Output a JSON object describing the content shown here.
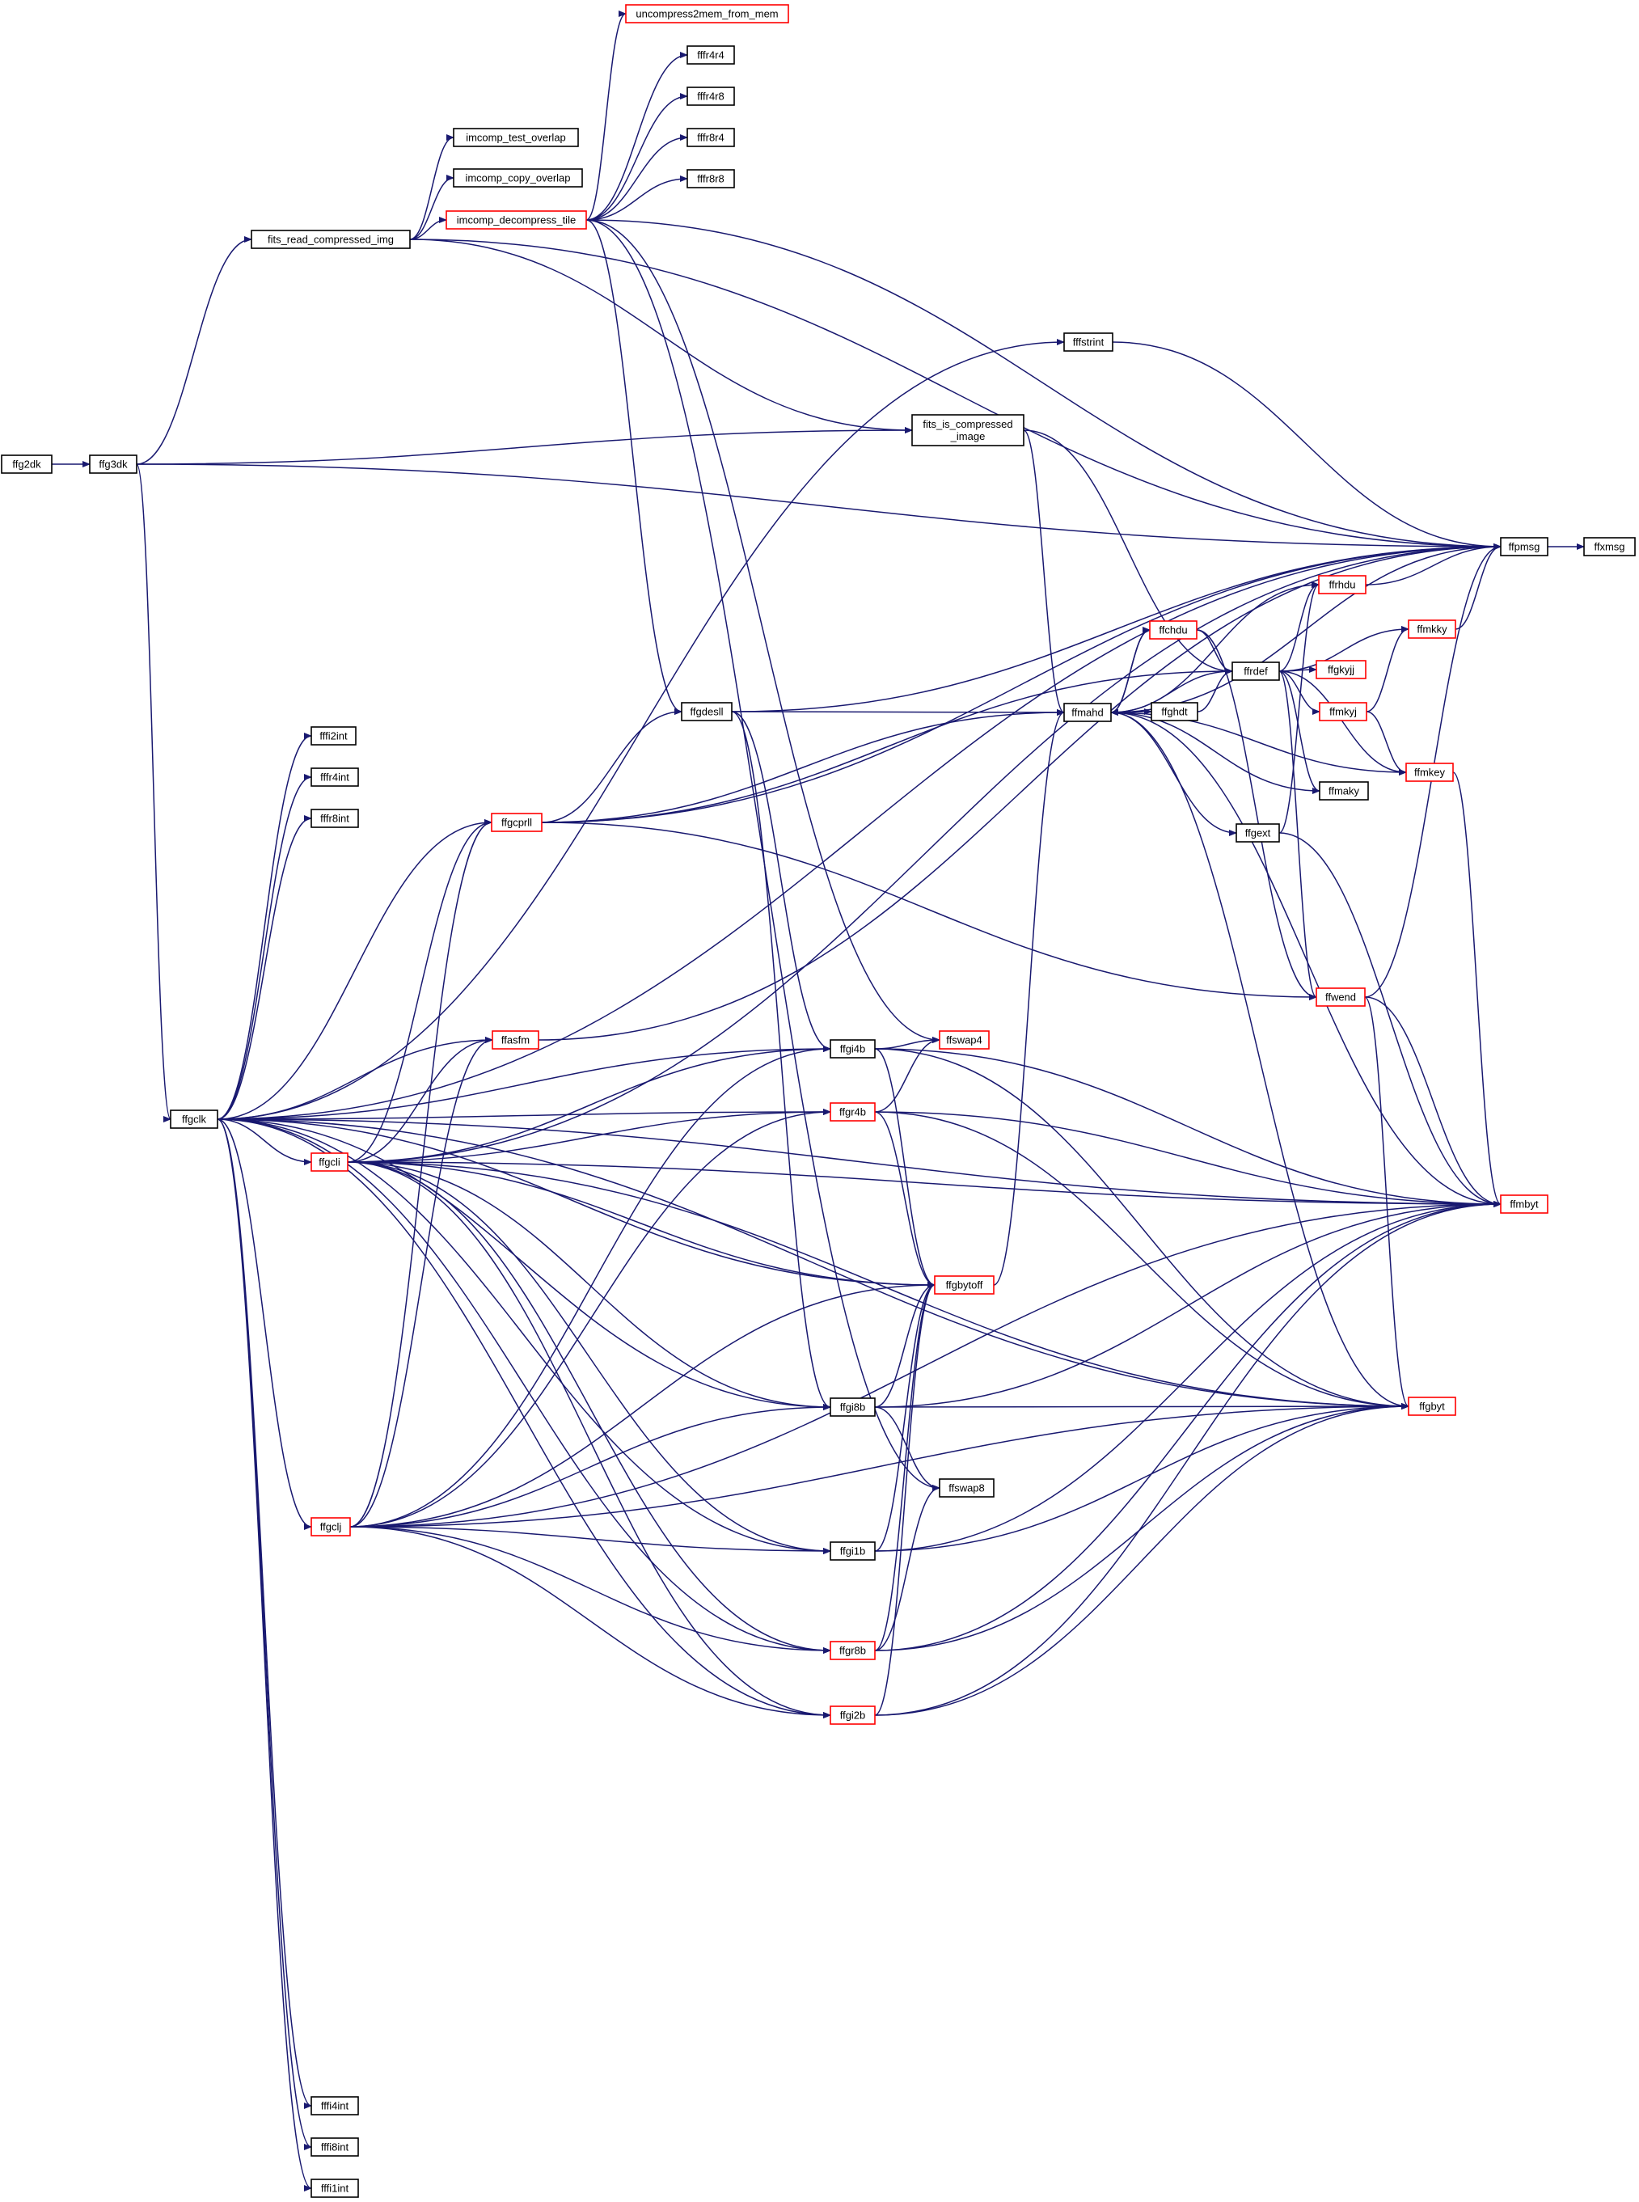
{
  "colors": {
    "edge": "#191970",
    "box_normal": "#000000",
    "box_truncated": "#ff0000",
    "box_root_fill": "#bfbfbf"
  },
  "nodes": [
    {
      "id": "ffg2dk",
      "label": "ffg2dk",
      "style": "root"
    },
    {
      "id": "ffg3dk",
      "label": "ffg3dk",
      "style": "normal"
    },
    {
      "id": "ffgclk",
      "label": "ffgclk",
      "style": "normal"
    },
    {
      "id": "fits_read_compressed_img",
      "label": "fits_read_compressed_img",
      "style": "normal"
    },
    {
      "id": "imcomp_test_overlap",
      "label": "imcomp_test_overlap",
      "style": "normal"
    },
    {
      "id": "imcomp_copy_overlap",
      "label": "imcomp_copy_overlap",
      "style": "normal"
    },
    {
      "id": "imcomp_decompress_tile",
      "label": "imcomp_decompress_tile",
      "style": "truncated"
    },
    {
      "id": "uncompress2mem_from_mem",
      "label": "uncompress2mem_from_mem",
      "style": "truncated"
    },
    {
      "id": "fffr4r4",
      "label": "fffr4r4",
      "style": "normal"
    },
    {
      "id": "fffr4r8",
      "label": "fffr4r8",
      "style": "normal"
    },
    {
      "id": "fffr8r4",
      "label": "fffr8r4",
      "style": "normal"
    },
    {
      "id": "fffr8r8",
      "label": "fffr8r8",
      "style": "normal"
    },
    {
      "id": "fffstrint",
      "label": "fffstrint",
      "style": "normal"
    },
    {
      "id": "fits_is_compressed_image",
      "label": "fits_is_compressed\n_image",
      "style": "normal"
    },
    {
      "id": "ffpmsg",
      "label": "ffpmsg",
      "style": "normal"
    },
    {
      "id": "ffxmsg",
      "label": "ffxmsg",
      "style": "normal"
    },
    {
      "id": "ffrhdu",
      "label": "ffrhdu",
      "style": "truncated"
    },
    {
      "id": "ffchdu",
      "label": "ffchdu",
      "style": "truncated"
    },
    {
      "id": "ffrdef",
      "label": "ffrdef",
      "style": "normal"
    },
    {
      "id": "ffmkky",
      "label": "ffmkky",
      "style": "truncated"
    },
    {
      "id": "ffgkyjj",
      "label": "ffgkyjj",
      "style": "truncated"
    },
    {
      "id": "ffmkyj",
      "label": "ffmkyj",
      "style": "truncated"
    },
    {
      "id": "ffmkey",
      "label": "ffmkey",
      "style": "truncated"
    },
    {
      "id": "ffmaky",
      "label": "ffmaky",
      "style": "normal"
    },
    {
      "id": "ffgext",
      "label": "ffgext",
      "style": "normal"
    },
    {
      "id": "ffmahd",
      "label": "ffmahd",
      "style": "normal"
    },
    {
      "id": "ffghdt",
      "label": "ffghdt",
      "style": "normal"
    },
    {
      "id": "ffgdesll",
      "label": "ffgdesll",
      "style": "normal"
    },
    {
      "id": "fffi2int",
      "label": "fffi2int",
      "style": "normal"
    },
    {
      "id": "fffr4int",
      "label": "fffr4int",
      "style": "normal"
    },
    {
      "id": "fffr8int",
      "label": "fffr8int",
      "style": "normal"
    },
    {
      "id": "ffgcprll",
      "label": "ffgcprll",
      "style": "truncated"
    },
    {
      "id": "ffwend",
      "label": "ffwend",
      "style": "truncated"
    },
    {
      "id": "ffasfm",
      "label": "ffasfm",
      "style": "truncated"
    },
    {
      "id": "ffgi4b",
      "label": "ffgi4b",
      "style": "normal"
    },
    {
      "id": "ffswap4",
      "label": "ffswap4",
      "style": "truncated"
    },
    {
      "id": "ffgr4b",
      "label": "ffgr4b",
      "style": "truncated"
    },
    {
      "id": "ffgcli",
      "label": "ffgcli",
      "style": "truncated"
    },
    {
      "id": "ffmbyt",
      "label": "ffmbyt",
      "style": "truncated"
    },
    {
      "id": "ffgbytoff",
      "label": "ffgbytoff",
      "style": "truncated"
    },
    {
      "id": "ffgi8b",
      "label": "ffgi8b",
      "style": "normal"
    },
    {
      "id": "ffgbyt",
      "label": "ffgbyt",
      "style": "truncated"
    },
    {
      "id": "ffswap8",
      "label": "ffswap8",
      "style": "normal"
    },
    {
      "id": "ffgclj",
      "label": "ffgclj",
      "style": "truncated"
    },
    {
      "id": "ffgi1b",
      "label": "ffgi1b",
      "style": "normal"
    },
    {
      "id": "ffgr8b",
      "label": "ffgr8b",
      "style": "truncated"
    },
    {
      "id": "ffgi2b",
      "label": "ffgi2b",
      "style": "truncated"
    },
    {
      "id": "fffi4int",
      "label": "fffi4int",
      "style": "normal"
    },
    {
      "id": "fffi8int",
      "label": "fffi8int",
      "style": "normal"
    },
    {
      "id": "fffi1int",
      "label": "fffi1int",
      "style": "normal"
    }
  ],
  "edges": [
    [
      "ffg2dk",
      "ffg3dk"
    ],
    [
      "ffg3dk",
      "fits_read_compressed_img"
    ],
    [
      "ffg3dk",
      "fits_is_compressed_image"
    ],
    [
      "ffg3dk",
      "ffpmsg"
    ],
    [
      "ffg3dk",
      "ffgclk"
    ],
    [
      "fits_read_compressed_img",
      "imcomp_test_overlap"
    ],
    [
      "fits_read_compressed_img",
      "imcomp_copy_overlap"
    ],
    [
      "fits_read_compressed_img",
      "imcomp_decompress_tile"
    ],
    [
      "fits_read_compressed_img",
      "ffpmsg"
    ],
    [
      "fits_read_compressed_img",
      "fits_is_compressed_image"
    ],
    [
      "imcomp_decompress_tile",
      "uncompress2mem_from_mem"
    ],
    [
      "imcomp_decompress_tile",
      "fffr4r4"
    ],
    [
      "imcomp_decompress_tile",
      "fffr4r8"
    ],
    [
      "imcomp_decompress_tile",
      "fffr8r4"
    ],
    [
      "imcomp_decompress_tile",
      "fffr8r8"
    ],
    [
      "imcomp_decompress_tile",
      "ffpmsg"
    ],
    [
      "imcomp_decompress_tile",
      "ffgdesll"
    ],
    [
      "imcomp_decompress_tile",
      "ffswap4"
    ],
    [
      "imcomp_decompress_tile",
      "ffswap8"
    ],
    [
      "fffstrint",
      "ffpmsg"
    ],
    [
      "ffpmsg",
      "ffxmsg"
    ],
    [
      "fits_is_compressed_image",
      "ffmahd"
    ],
    [
      "fits_is_compressed_image",
      "ffrdef"
    ],
    [
      "ffmahd",
      "ffpmsg"
    ],
    [
      "ffmahd",
      "ffrhdu"
    ],
    [
      "ffmahd",
      "ffchdu"
    ],
    [
      "ffmahd",
      "ffgext"
    ],
    [
      "ffmahd",
      "ffgbyt"
    ],
    [
      "ffmahd",
      "ffmbyt"
    ],
    [
      "ffmahd",
      "ffghdt"
    ],
    [
      "ffchdu",
      "ffrdef"
    ],
    [
      "ffchdu",
      "ffmahd"
    ],
    [
      "ffchdu",
      "ffwend"
    ],
    [
      "ffrdef",
      "ffrhdu"
    ],
    [
      "ffrdef",
      "ffmkky"
    ],
    [
      "ffrdef",
      "ffgkyjj"
    ],
    [
      "ffrdef",
      "ffmkyj"
    ],
    [
      "ffrdef",
      "ffmkey"
    ],
    [
      "ffrdef",
      "ffmaky"
    ],
    [
      "ffrdef",
      "ffmahd"
    ],
    [
      "ffrdef",
      "ffwend"
    ],
    [
      "ffrhdu",
      "ffpmsg"
    ],
    [
      "ffghdt",
      "ffrdef"
    ],
    [
      "ffghdt",
      "ffmahd"
    ],
    [
      "ffmkky",
      "ffpmsg"
    ],
    [
      "ffmkyj",
      "ffmkky"
    ],
    [
      "ffmkyj",
      "ffmkey"
    ],
    [
      "ffmkey",
      "ffmbyt"
    ],
    [
      "ffmkey",
      "ffmahd"
    ],
    [
      "ffmaky",
      "ffmahd"
    ],
    [
      "ffgext",
      "ffrhdu"
    ],
    [
      "ffgext",
      "ffmbyt"
    ],
    [
      "ffgdesll",
      "ffmahd"
    ],
    [
      "ffgdesll",
      "ffpmsg"
    ],
    [
      "ffgdesll",
      "ffgi4b"
    ],
    [
      "ffgdesll",
      "ffgi8b"
    ],
    [
      "ffgclk",
      "fffstrint"
    ],
    [
      "ffgclk",
      "ffpmsg"
    ],
    [
      "ffgclk",
      "fffi2int"
    ],
    [
      "ffgclk",
      "fffr4int"
    ],
    [
      "ffgclk",
      "fffr8int"
    ],
    [
      "ffgclk",
      "ffgcprll"
    ],
    [
      "ffgclk",
      "ffgi4b"
    ],
    [
      "ffgclk",
      "ffgr4b"
    ],
    [
      "ffgclk",
      "ffgbytoff"
    ],
    [
      "ffgclk",
      "ffasfm"
    ],
    [
      "ffgclk",
      "ffgcli"
    ],
    [
      "ffgclk",
      "ffgclj"
    ],
    [
      "ffgclk",
      "ffgi8b"
    ],
    [
      "ffgclk",
      "ffgi1b"
    ],
    [
      "ffgclk",
      "ffgr8b"
    ],
    [
      "ffgclk",
      "ffgi2b"
    ],
    [
      "ffgclk",
      "ffgbyt"
    ],
    [
      "ffgclk",
      "ffmbyt"
    ],
    [
      "ffgclk",
      "fffi4int"
    ],
    [
      "ffgclk",
      "fffi8int"
    ],
    [
      "ffgclk",
      "fffi1int"
    ],
    [
      "ffgcprll",
      "ffgdesll"
    ],
    [
      "ffgcprll",
      "ffmahd"
    ],
    [
      "ffgcprll",
      "ffrdef"
    ],
    [
      "ffgcprll",
      "ffpmsg"
    ],
    [
      "ffgcprll",
      "ffwend"
    ],
    [
      "ffwend",
      "ffpmsg"
    ],
    [
      "ffwend",
      "ffgbyt"
    ],
    [
      "ffwend",
      "ffmbyt"
    ],
    [
      "ffasfm",
      "ffpmsg"
    ],
    [
      "ffgi4b",
      "ffswap4"
    ],
    [
      "ffgi4b",
      "ffgbytoff"
    ],
    [
      "ffgi4b",
      "ffgbyt"
    ],
    [
      "ffgi4b",
      "ffmbyt"
    ],
    [
      "ffgr4b",
      "ffswap4"
    ],
    [
      "ffgr4b",
      "ffgbytoff"
    ],
    [
      "ffgr4b",
      "ffgbyt"
    ],
    [
      "ffgr4b",
      "ffmbyt"
    ],
    [
      "ffgcli",
      "ffgcprll"
    ],
    [
      "ffgcli",
      "ffpmsg"
    ],
    [
      "ffgcli",
      "ffasfm"
    ],
    [
      "ffgcli",
      "ffgi4b"
    ],
    [
      "ffgcli",
      "ffgr4b"
    ],
    [
      "ffgcli",
      "ffmbyt"
    ],
    [
      "ffgcli",
      "ffgbytoff"
    ],
    [
      "ffgcli",
      "ffgi8b"
    ],
    [
      "ffgcli",
      "ffgi1b"
    ],
    [
      "ffgcli",
      "ffgr8b"
    ],
    [
      "ffgcli",
      "ffgi2b"
    ],
    [
      "ffgcli",
      "ffgbyt"
    ],
    [
      "ffgbytoff",
      "ffmahd"
    ],
    [
      "ffgi8b",
      "ffgbytoff"
    ],
    [
      "ffgi8b",
      "ffgbyt"
    ],
    [
      "ffgi8b",
      "ffswap8"
    ],
    [
      "ffgi8b",
      "ffmbyt"
    ],
    [
      "ffgclj",
      "ffgcprll"
    ],
    [
      "ffgclj",
      "ffasfm"
    ],
    [
      "ffgclj",
      "ffgi4b"
    ],
    [
      "ffgclj",
      "ffgr4b"
    ],
    [
      "ffgclj",
      "ffgbytoff"
    ],
    [
      "ffgclj",
      "ffgi8b"
    ],
    [
      "ffgclj",
      "ffgi1b"
    ],
    [
      "ffgclj",
      "ffgr8b"
    ],
    [
      "ffgclj",
      "ffgi2b"
    ],
    [
      "ffgclj",
      "ffgbyt"
    ],
    [
      "ffgclj",
      "ffmbyt"
    ],
    [
      "ffgi1b",
      "ffgbytoff"
    ],
    [
      "ffgi1b",
      "ffgbyt"
    ],
    [
      "ffgi1b",
      "ffmbyt"
    ],
    [
      "ffgr8b",
      "ffgbytoff"
    ],
    [
      "ffgr8b",
      "ffswap8"
    ],
    [
      "ffgr8b",
      "ffgbyt"
    ],
    [
      "ffgr8b",
      "ffmbyt"
    ],
    [
      "ffgi2b",
      "ffgbytoff"
    ],
    [
      "ffgi2b",
      "ffgbyt"
    ],
    [
      "ffgi2b",
      "ffmbyt"
    ]
  ]
}
